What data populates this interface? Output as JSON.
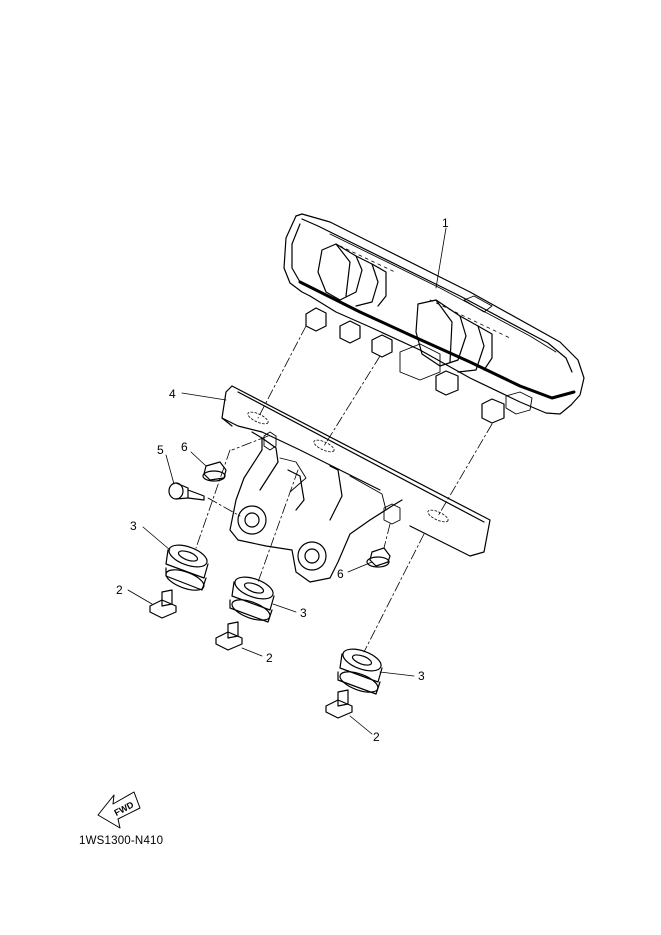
{
  "diagram": {
    "callouts": [
      {
        "id": "1",
        "label": "1"
      },
      {
        "id": "4",
        "label": "4"
      },
      {
        "id": "6a",
        "label": "6"
      },
      {
        "id": "5",
        "label": "5"
      },
      {
        "id": "3a",
        "label": "3"
      },
      {
        "id": "2a",
        "label": "2"
      },
      {
        "id": "3b",
        "label": "3"
      },
      {
        "id": "2b",
        "label": "2"
      },
      {
        "id": "6b",
        "label": "6"
      },
      {
        "id": "3c",
        "label": "3"
      },
      {
        "id": "2c",
        "label": "2"
      }
    ],
    "fwd_label": "FWD",
    "part_code": "1WS1300-N410"
  },
  "colors": {
    "line": "#000000",
    "background": "#ffffff"
  }
}
